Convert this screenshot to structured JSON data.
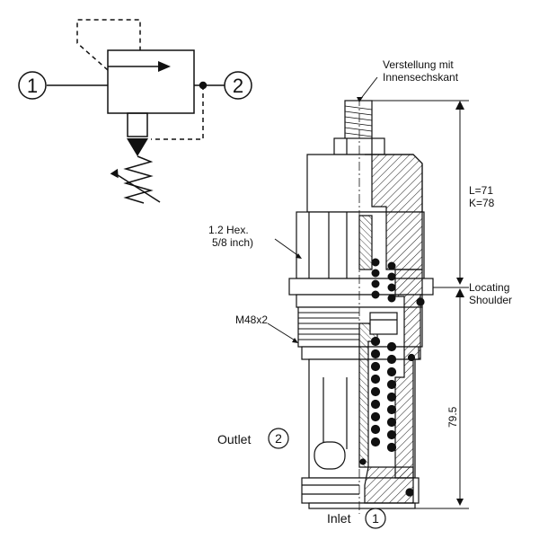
{
  "symbol": {
    "port1": "1",
    "port2": "2"
  },
  "labels": {
    "adjustment_line1": "Verstellung mit",
    "adjustment_line2": "Innensechskant",
    "hex_line1": "1.2 Hex.",
    "hex_line2": "5/8 inch)",
    "thread": "M48x2",
    "length_line1": "L=71",
    "length_line2": "K=78",
    "shoulder_line1": "Locating",
    "shoulder_line2": "Shoulder",
    "dimension_lower": "79.5",
    "outlet": "Outlet",
    "outlet_port": "2",
    "inlet": "Inlet",
    "inlet_port": "1"
  },
  "colors": {
    "line": "#111111",
    "background": "#ffffff"
  }
}
